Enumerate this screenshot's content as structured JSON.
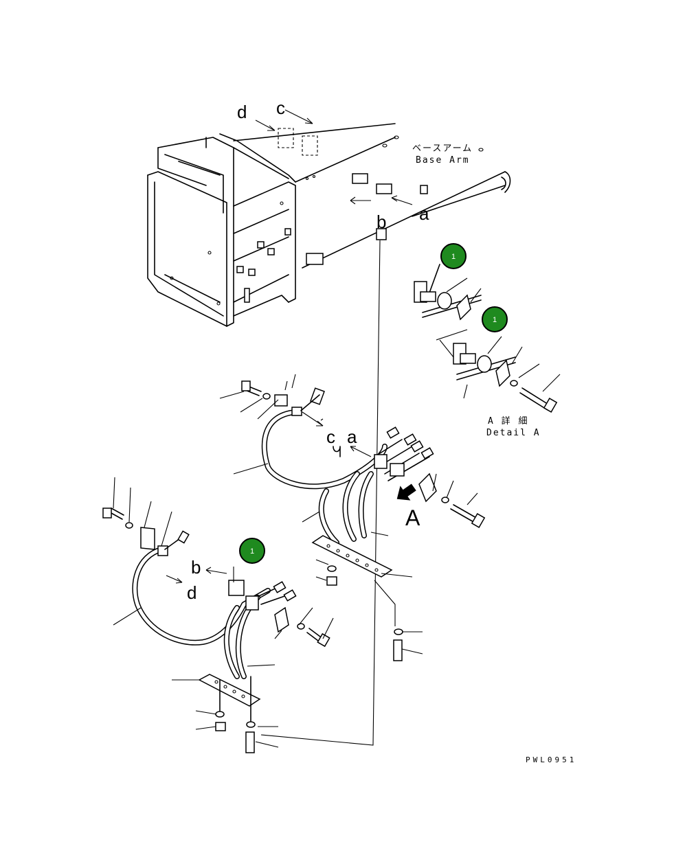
{
  "labels": {
    "base_arm_jp": "ベースアーム",
    "base_arm_en": "Base Arm",
    "detail_jp": "A 詳 細",
    "detail_en": "Detail A",
    "ref_a": "a",
    "ref_b": "b",
    "ref_c": "c",
    "ref_d": "d",
    "view_A": "A",
    "drawing_code": "PWL0951"
  },
  "callouts": [
    {
      "id": "callout-1-top",
      "text": "1"
    },
    {
      "id": "callout-1-mid",
      "text": "1"
    },
    {
      "id": "callout-1-low",
      "text": "1"
    }
  ],
  "colors": {
    "line": "#000000",
    "background": "#ffffff",
    "callout_fill": "#1f8a1f"
  }
}
